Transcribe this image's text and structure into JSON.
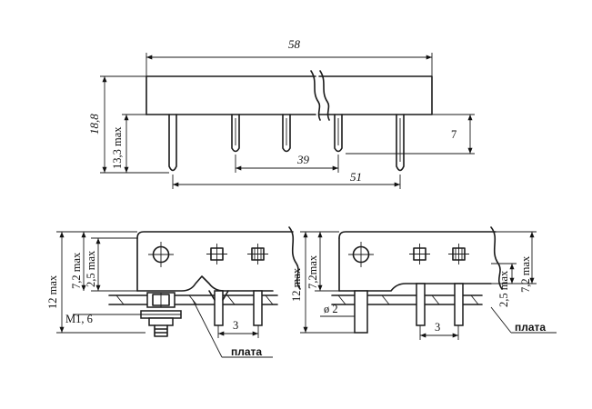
{
  "top_view": {
    "overall_length": "58",
    "height": "18,8",
    "pin_height": "13,3 max",
    "pin_depth": "7",
    "inner_span": "39",
    "outer_span": "51"
  },
  "left_view": {
    "total_height": "12 max",
    "upper_height": "7,2 max",
    "lower_height": "2,5 max",
    "thread": "M1, 6",
    "pitch": "3",
    "board_label": "плата"
  },
  "right_view": {
    "total_height": "12 max",
    "upper_height": "7,2max",
    "lower_height": "2,5 max",
    "side_height": "7,2 max",
    "diameter": "ø 2",
    "pitch": "3",
    "board_label": "плата"
  }
}
